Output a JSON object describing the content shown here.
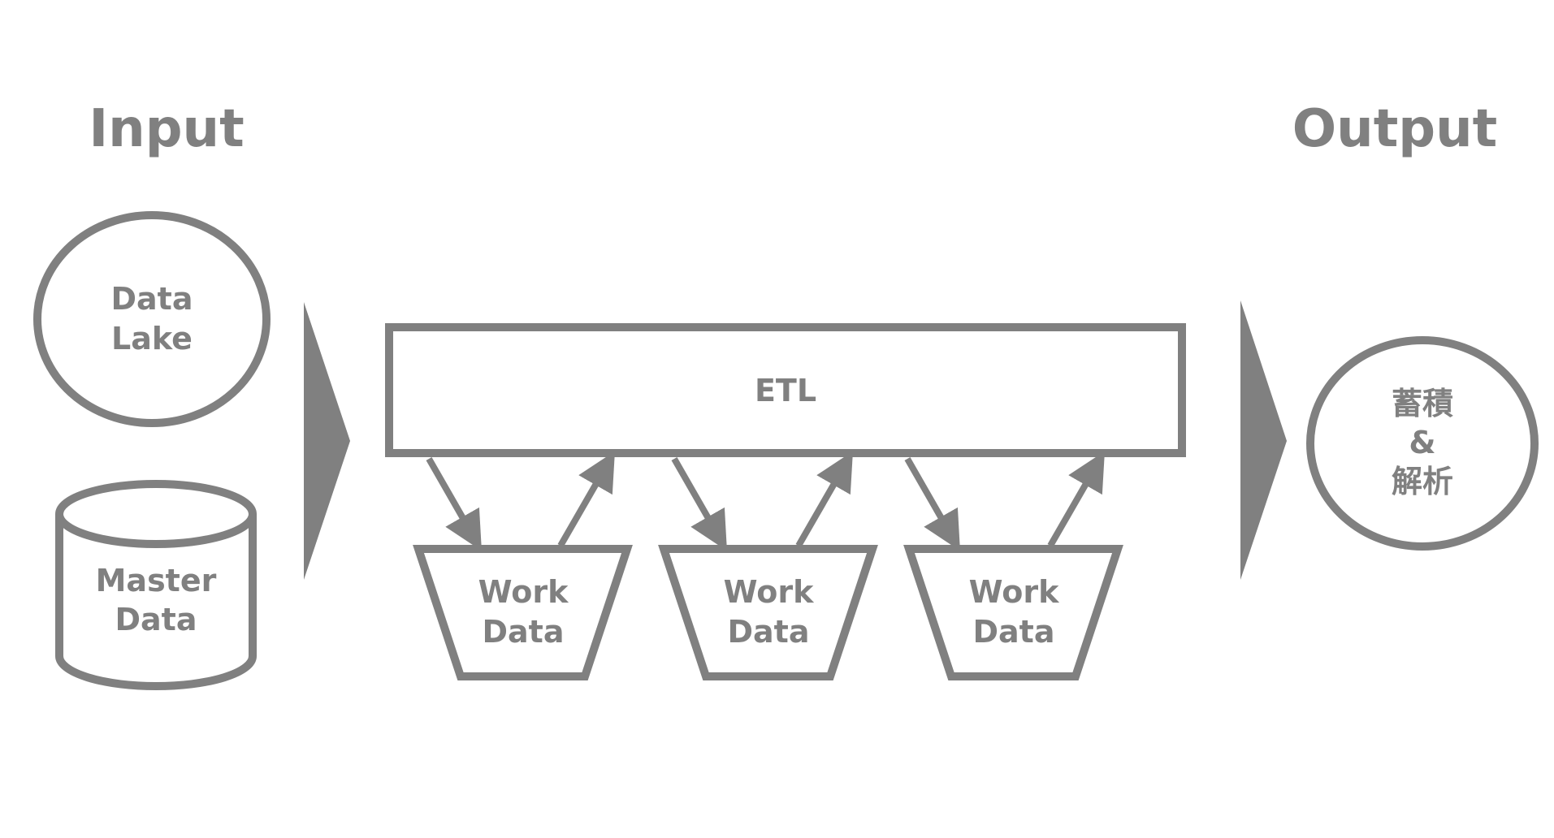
{
  "colors": {
    "stroke": "#808080",
    "text": "#808080",
    "background": "#ffffff"
  },
  "headings": {
    "input": "Input",
    "output": "Output"
  },
  "inputs": {
    "data_lake": {
      "line1": "Data",
      "line2": "Lake",
      "shape": "ellipse"
    },
    "master_data": {
      "line1": "Master",
      "line2": "Data",
      "shape": "cylinder"
    }
  },
  "etl": {
    "label": "ETL"
  },
  "work_data": [
    {
      "line1": "Work",
      "line2": "Data"
    },
    {
      "line1": "Work",
      "line2": "Data"
    },
    {
      "line1": "Work",
      "line2": "Data"
    }
  ],
  "output": {
    "line1": "蓄積",
    "line2": "&",
    "line3": "解析",
    "shape": "ellipse"
  },
  "icons": {
    "input_flow": "chevron-right-triangle",
    "output_flow": "chevron-right-triangle"
  }
}
